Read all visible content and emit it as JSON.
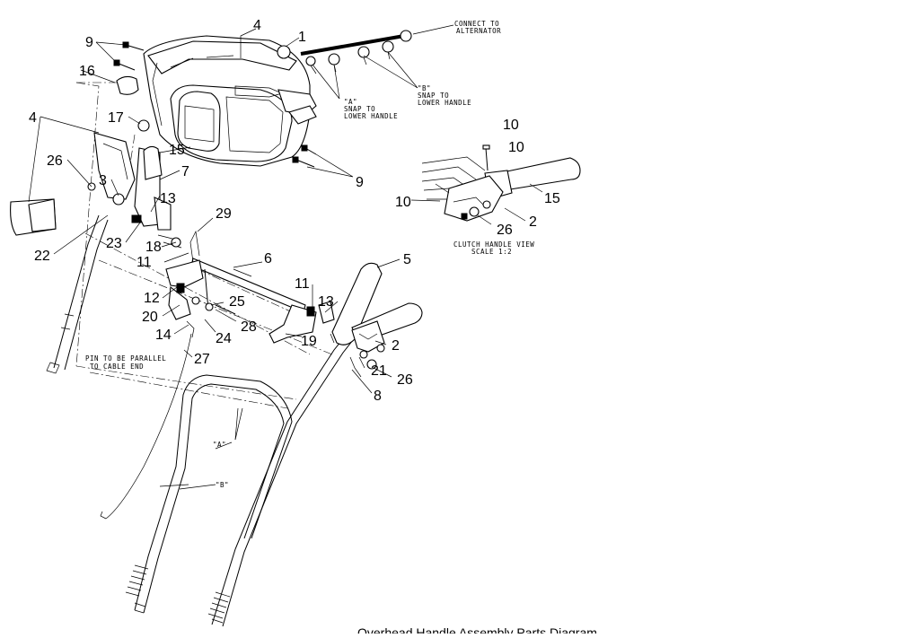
{
  "callouts": {
    "c1": "1",
    "c2a": "2",
    "c2b": "2",
    "c3": "3",
    "c4a": "4",
    "c4b": "4",
    "c5": "5",
    "c6": "6",
    "c7": "7",
    "c8": "8",
    "c9a": "9",
    "c9b": "9",
    "c10a": "10",
    "c10b": "10",
    "c10c": "10",
    "c11a": "11",
    "c11b": "11",
    "c12": "12",
    "c13a": "13",
    "c13b": "13",
    "c14": "14",
    "c15a": "15",
    "c15b": "15",
    "c16": "16",
    "c17": "17",
    "c18": "18",
    "c19": "19",
    "c20": "20",
    "c21": "21",
    "c22": "22",
    "c23": "23",
    "c24": "24",
    "c25": "25",
    "c26a": "26",
    "c26b": "26",
    "c26c": "26",
    "c27": "27",
    "c28": "28",
    "c29": "29"
  },
  "notes": {
    "alternator_1": "CONNECT TO",
    "alternator_2": "ALTERNATOR",
    "snap_a_1": "\"A\"",
    "snap_a_2": "SNAP TO",
    "snap_a_3": "LOWER HANDLE",
    "snap_b_1": "\"B\"",
    "snap_b_2": "SNAP TO",
    "snap_b_3": "LOWER HANDLE",
    "clutch_view_1": "CLUTCH HANDLE VIEW",
    "clutch_view_2": "SCALE 1:2",
    "pin_parallel_1": "PIN TO BE PARALLEL",
    "pin_parallel_2": "TO CABLE END",
    "cable_a": "\"A\"",
    "cable_b": "\"B\""
  },
  "footer": "Overhead Handle Assembly Parts Diagram"
}
